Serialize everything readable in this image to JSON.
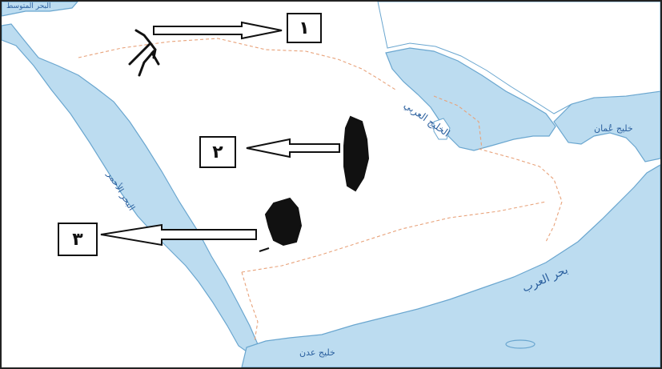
{
  "map": {
    "seas": {
      "mediterranean": "البحر المتوسط",
      "red_sea": "البحر الأحمر",
      "arabian_gulf": "الخليج العربي",
      "gulf_of_oman": "خليج عُمان",
      "arabian_sea": "بحر العرب",
      "gulf_of_aden": "خليج عدن"
    },
    "markers": [
      {
        "id": "1",
        "label": "١"
      },
      {
        "id": "2",
        "label": "٢"
      },
      {
        "id": "3",
        "label": "٣"
      }
    ]
  },
  "colors": {
    "water": "#bcdcf0",
    "border": "#e8a27a",
    "label": "#2a5f9e",
    "ink": "#111111"
  }
}
